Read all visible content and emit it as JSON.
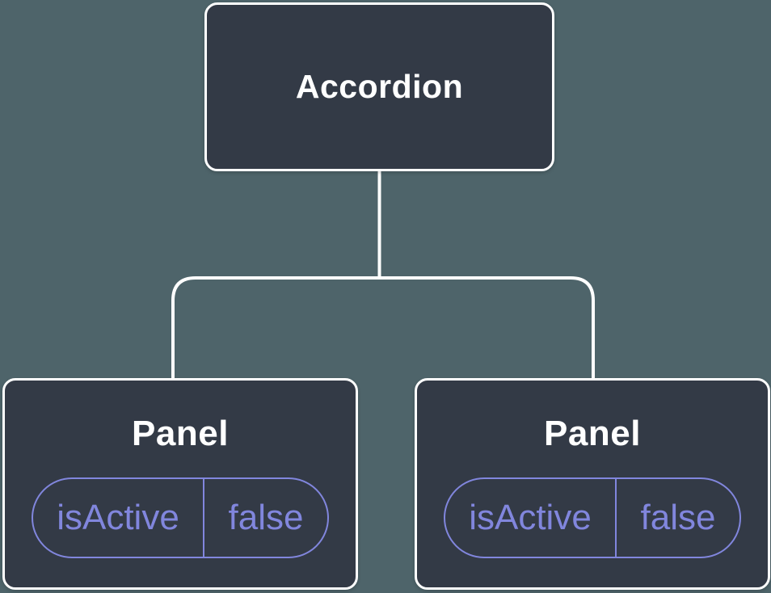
{
  "colors": {
    "background": "#4E646A",
    "node_fill": "#333A46",
    "node_border": "#FFFFFF",
    "connector": "#FFFFFF",
    "state_accent": "#8186DD",
    "title_text": "#FFFFFF"
  },
  "tree": {
    "root": {
      "label": "Accordion"
    },
    "children": [
      {
        "label": "Panel",
        "state": {
          "key": "isActive",
          "value": "false"
        }
      },
      {
        "label": "Panel",
        "state": {
          "key": "isActive",
          "value": "false"
        }
      }
    ]
  }
}
